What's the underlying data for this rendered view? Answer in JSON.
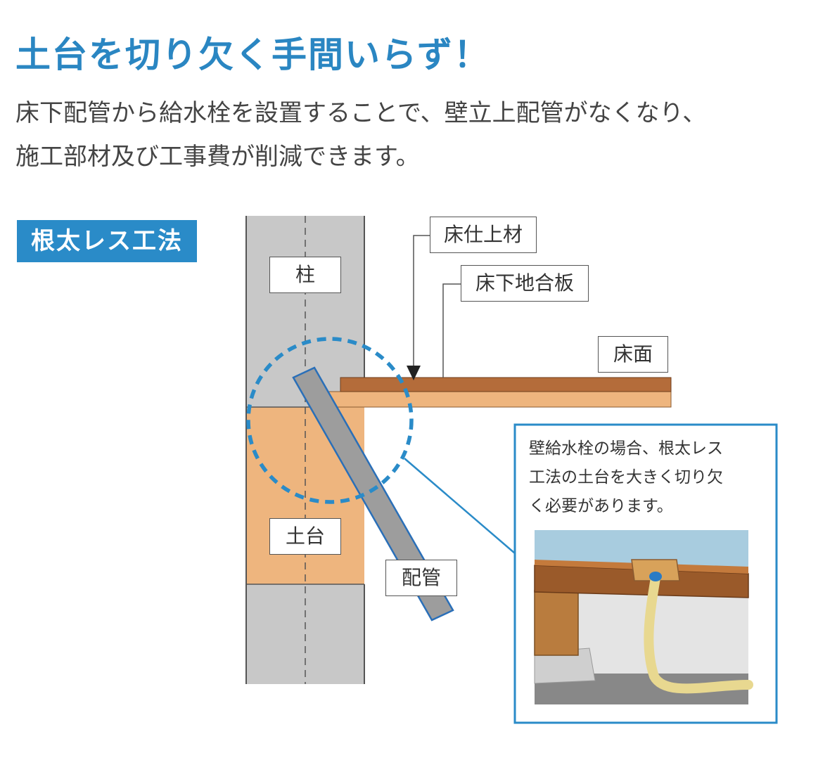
{
  "headline": "土台を切り欠く手間いらず！",
  "description": {
    "line1": "床下配管から給水栓を設置することで、壁立上配管がなくなり、",
    "line2": "施工部材及び工事費が削減できます。"
  },
  "method_badge": "根太レス工法",
  "labels": {
    "pillar": "柱",
    "floor_finish": "床仕上材",
    "subfloor_plywood": "床下地合板",
    "floor_surface": "床面",
    "sill": "土台",
    "pipe": "配管"
  },
  "callout": {
    "text_line1": "壁給水栓の場合、根太レス",
    "text_line2": "工法の土台を大きく切り欠",
    "text_line3": "く必要があります。"
  },
  "colors": {
    "accent_blue": "#2a86c2",
    "pillar_gray": "#c8c8c8",
    "sill_orange": "#eeb57e",
    "floor_brown": "#b46c3a",
    "pipe_gray": "#9d9d9d"
  }
}
